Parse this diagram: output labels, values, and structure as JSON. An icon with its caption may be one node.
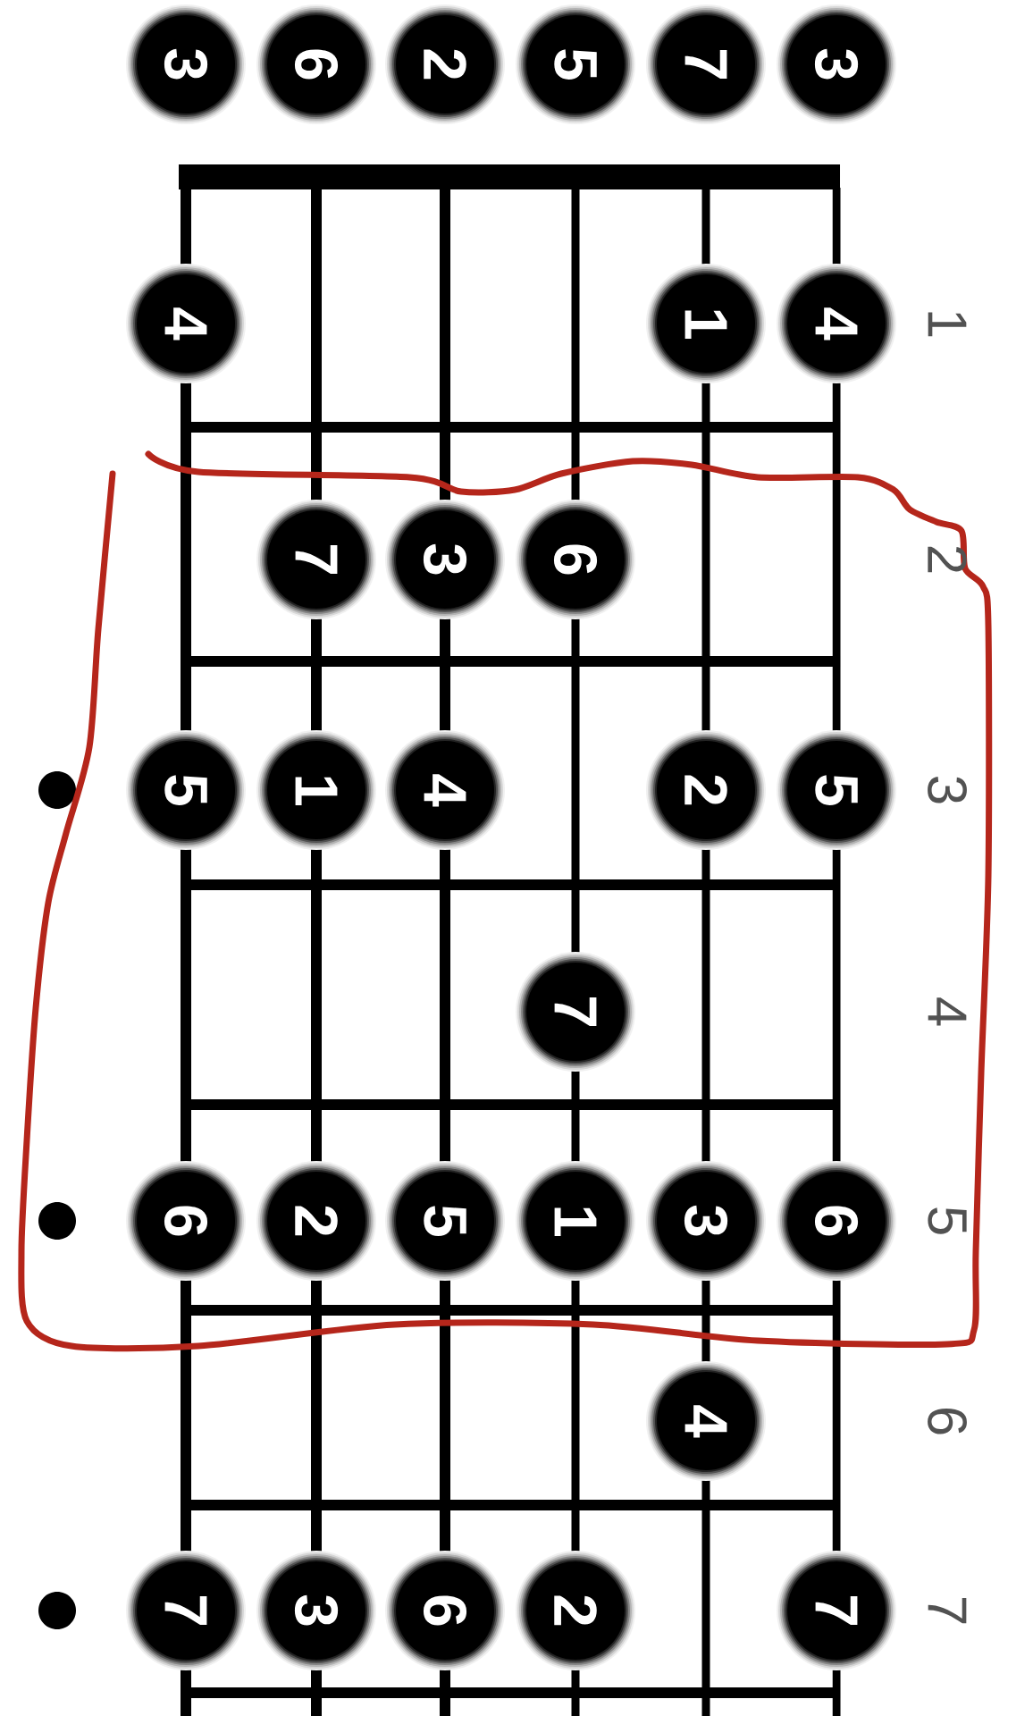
{
  "diagram": {
    "nodes": [
      {
        "text": [
          "3"
        ]
      },
      {
        "text": [
          "6"
        ]
      },
      {
        "text": [
          "2"
        ]
      },
      {
        "text": [
          "5"
        ]
      },
      {
        "text": [
          "7"
        ]
      },
      {
        "text": [
          "3"
        ]
      },
      {
        "text": [
          "4"
        ]
      },
      {
        "text": [
          "1"
        ]
      },
      {
        "text": [
          "4"
        ]
      },
      {
        "text": [
          "7"
        ]
      },
      {
        "text": [
          "3"
        ]
      },
      {
        "text": [
          "6"
        ]
      },
      {
        "text": [
          "5"
        ]
      },
      {
        "text": [
          "1"
        ]
      },
      {
        "text": [
          "4"
        ]
      },
      {
        "text": [
          "2"
        ]
      },
      {
        "text": [
          "5"
        ]
      },
      {
        "text": [
          "7"
        ]
      },
      {
        "text": [
          "6"
        ]
      },
      {
        "text": [
          "2"
        ]
      },
      {
        "text": [
          "5"
        ]
      },
      {
        "text": [
          "1"
        ]
      },
      {
        "text": [
          "3"
        ]
      },
      {
        "text": [
          "6"
        ]
      },
      {
        "text": [
          "4"
        ]
      },
      {
        "text": [
          "7"
        ]
      },
      {
        "text": [
          "3"
        ]
      },
      {
        "text": [
          "6"
        ]
      },
      {
        "text": [
          "2"
        ]
      },
      {
        "text": [
          "7"
        ]
      }
    ],
    "labels": [
      "1",
      "2",
      "3",
      "4",
      "5",
      "6",
      "7"
    ]
  }
}
